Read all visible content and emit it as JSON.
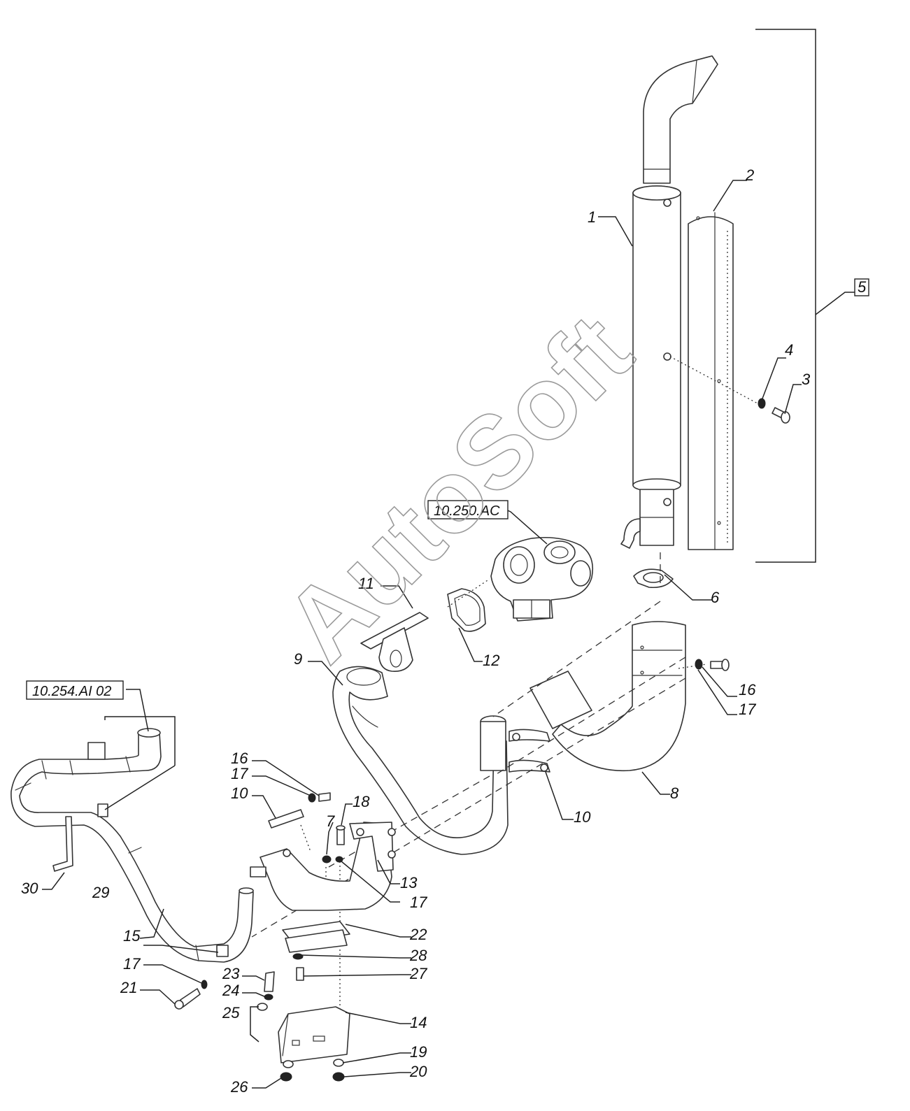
{
  "watermark": "AutoSoft",
  "references": [
    {
      "id": "ref-turbo",
      "text": "10.250.AC"
    },
    {
      "id": "ref-pipe",
      "text": "10.254.AI 02"
    }
  ],
  "labels": [
    {
      "id": "1",
      "text": "1"
    },
    {
      "id": "2",
      "text": "2"
    },
    {
      "id": "3",
      "text": "3"
    },
    {
      "id": "4",
      "text": "4"
    },
    {
      "id": "5",
      "text": "5"
    },
    {
      "id": "6",
      "text": "6"
    },
    {
      "id": "7",
      "text": "7"
    },
    {
      "id": "8",
      "text": "8"
    },
    {
      "id": "9",
      "text": "9"
    },
    {
      "id": "10a",
      "text": "10"
    },
    {
      "id": "10b",
      "text": "10"
    },
    {
      "id": "11",
      "text": "11"
    },
    {
      "id": "12",
      "text": "12"
    },
    {
      "id": "13",
      "text": "13"
    },
    {
      "id": "14",
      "text": "14"
    },
    {
      "id": "15",
      "text": "15"
    },
    {
      "id": "16a",
      "text": "16"
    },
    {
      "id": "16b",
      "text": "16"
    },
    {
      "id": "17a",
      "text": "17"
    },
    {
      "id": "17b",
      "text": "17"
    },
    {
      "id": "17c",
      "text": "17"
    },
    {
      "id": "17d",
      "text": "17"
    },
    {
      "id": "18",
      "text": "18"
    },
    {
      "id": "19",
      "text": "19"
    },
    {
      "id": "20",
      "text": "20"
    },
    {
      "id": "21",
      "text": "21"
    },
    {
      "id": "22",
      "text": "22"
    },
    {
      "id": "23",
      "text": "23"
    },
    {
      "id": "24",
      "text": "24"
    },
    {
      "id": "25",
      "text": "25"
    },
    {
      "id": "26",
      "text": "26"
    },
    {
      "id": "27",
      "text": "27"
    },
    {
      "id": "28",
      "text": "28"
    },
    {
      "id": "29",
      "text": "29"
    },
    {
      "id": "30",
      "text": "30"
    }
  ]
}
